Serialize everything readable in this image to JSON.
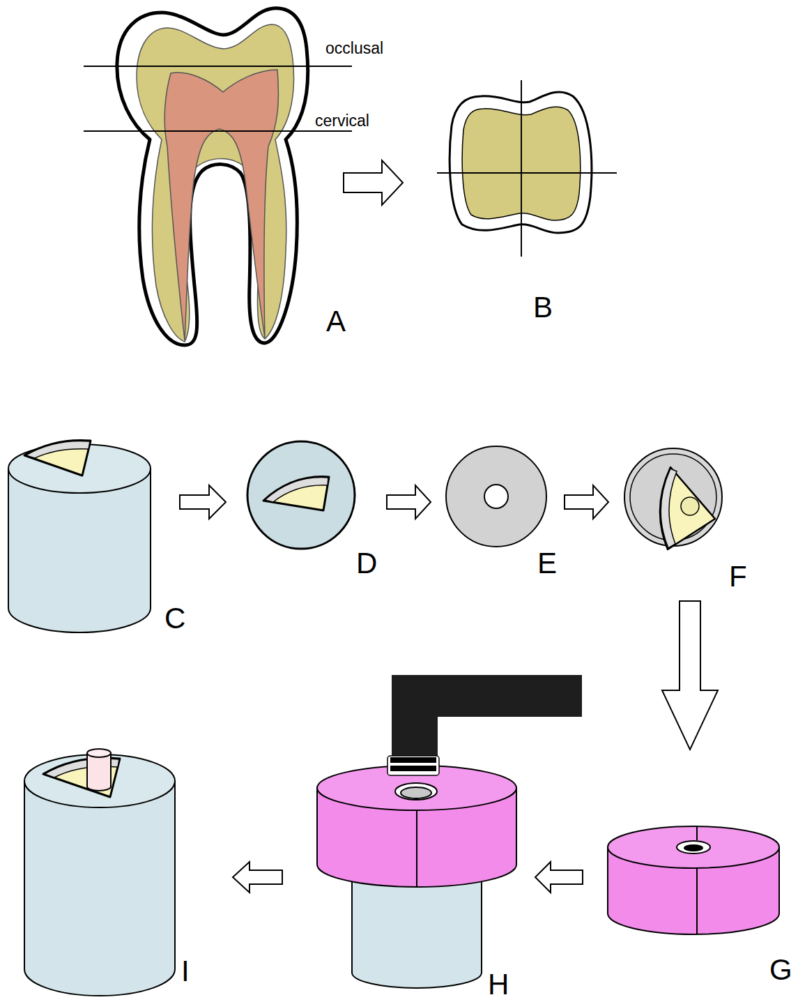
{
  "diagram": {
    "labels": [
      "occlusal",
      "cervical",
      "A",
      "B",
      "C",
      "D",
      "E",
      "F",
      "G",
      "H",
      "I"
    ]
  }
}
